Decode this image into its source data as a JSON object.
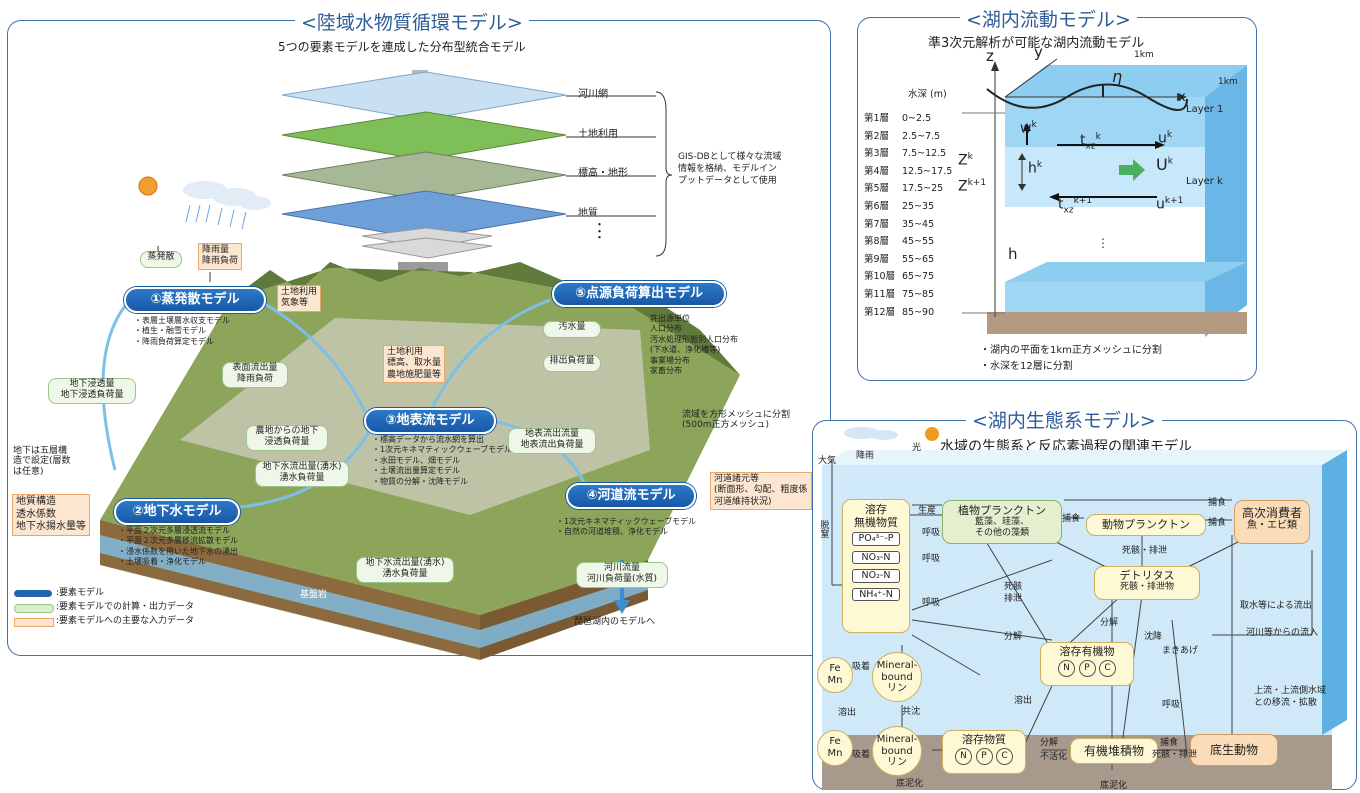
{
  "land": {
    "title": "<陸域水物質循環モデル>",
    "subtitle": "5つの要素モデルを連成した分布型統合モデル",
    "layers": [
      "河川網",
      "土地利用",
      "標高・地形",
      "地質"
    ],
    "gis_note": [
      "GIS-DBとして様々な流域",
      "情報を格納、モデルイン",
      "プットデータとして使用"
    ],
    "models": {
      "m1": "①蒸発散モデル",
      "m2": "②地下水モデル",
      "m3": "③地表流モデル",
      "m4": "④河道流モデル",
      "m5": "⑤点源負荷算出モデル"
    },
    "evap": "蒸発散",
    "rain_box": [
      "降雨量",
      "降雨負荷"
    ],
    "landuse_box": [
      "土地利用",
      "気象等"
    ],
    "m1_list": [
      "・表層土壌層水収支モデル",
      "・植生・融雪モデル",
      "・降雨負荷算定モデル"
    ],
    "surface_box1": [
      "表面流出量",
      "降雨負荷"
    ],
    "landuse_box2": [
      "土地利用",
      "標高、取水量",
      "農地施肥量等"
    ],
    "gw_box1": [
      "地下浸透量",
      "地下浸透負荷量"
    ],
    "gw_box2": [
      "農地からの地下",
      "浸透負荷量"
    ],
    "gw_box3": [
      "地下水流出量(湧水)",
      "湧水負荷量"
    ],
    "m3_list": [
      "・標高データから流水網を算出",
      "・1次元キネマティックウェーブモデル",
      "・水田モデル、畑モデル",
      "・土壌流出量算定モデル",
      "・物質の分解・沈降モデル"
    ],
    "m5_items": [
      "汚水量",
      "排出負荷量"
    ],
    "m5_notes": [
      "許出源単位",
      "人口分布",
      "汚水処理形態別人口分布",
      "(下水道、浄化槽等)",
      "事業場分布",
      "家畜分布"
    ],
    "mesh_note": [
      "流域を方形メッシュに分割",
      "(500m正方メッシュ)"
    ],
    "surface_box3": [
      "地表流出流量",
      "地表流出負荷量"
    ],
    "geo_note": [
      "地下は五層構",
      "造で設定(層数",
      "は任意)"
    ],
    "geo_box": [
      "地質構造",
      "透水係数",
      "地下水揚水量等"
    ],
    "m2_list": [
      "・平面２次元多層浸透流モデル",
      "・平面２次元多層移流拡散モデル",
      "・浸水係数を用いた地下水の湧出",
      "・土壌吸着・浄化モデル"
    ],
    "river_params": [
      "河道諸元等",
      "(断面形、勾配、粗度係",
      "河道維持状況)"
    ],
    "m4_list": [
      "・1次元キネマティックウェーブモデル",
      "・自然の河道堆積、浄化モデル"
    ],
    "gw_box4": [
      "地下水流出量(湧水)",
      "湧水負荷量"
    ],
    "river_box": [
      "河川流量",
      "河川負荷量(水質)"
    ],
    "to_lake": "琵琶湖内のモデルへ",
    "bedrock": "基盤岩",
    "legend": [
      ":要素モデル",
      ":要素モデルでの計算・出力データ",
      ":要素モデルへの主要な入力データ"
    ]
  },
  "flow": {
    "title": "<湖内流動モデル>",
    "subtitle": "準3次元解析が可能な湖内流動モデル",
    "depth_header": "水深 (m)",
    "layers": [
      {
        "name": "第1層",
        "range": "0~2.5"
      },
      {
        "name": "第2層",
        "range": "2.5~7.5"
      },
      {
        "name": "第3層",
        "range": "7.5~12.5"
      },
      {
        "name": "第4層",
        "range": "12.5~17.5"
      },
      {
        "name": "第5層",
        "range": "17.5~25"
      },
      {
        "name": "第6層",
        "range": "25~35"
      },
      {
        "name": "第7層",
        "range": "35~45"
      },
      {
        "name": "第8層",
        "range": "45~55"
      },
      {
        "name": "第9層",
        "range": "55~65"
      },
      {
        "name": "第10層",
        "range": "65~75"
      },
      {
        "name": "第11層",
        "range": "75~85"
      },
      {
        "name": "第12層",
        "range": "85~90"
      }
    ],
    "labels": {
      "z": "z",
      "y": "y",
      "x": "x",
      "eta": "η",
      "km1": "1km",
      "km2": "1km",
      "layer1": "Layer 1",
      "layerk": "Layer k",
      "h": "h"
    },
    "notes": [
      "・湖内の平面を1km正方メッシュに分割",
      "・水深を12層に分割"
    ]
  },
  "eco": {
    "title": "<湖内生態系モデル>",
    "subtitle": "水域の生態系と反応素過程の関連モデル",
    "rain": "降雨",
    "light": "光",
    "atmosphere": "大気",
    "inorganic": {
      "title": [
        "溶存",
        "無機物質"
      ],
      "items": [
        "PO₄³⁻-P",
        "NO₃-N",
        "NO₂-N",
        "NH₄⁺-N"
      ]
    },
    "phyto": {
      "title": "植物プランクトン",
      "sub": [
        "藍藻、珪藻、",
        "その他の藻類"
      ]
    },
    "zoo": "動物プランクトン",
    "top": {
      "title": "高次消費者",
      "sub": "魚・エビ類"
    },
    "detritus": {
      "title": "デトリタス",
      "sub": "死骸・排泄物"
    },
    "dom": {
      "title": "溶存有機物",
      "npc": [
        "N",
        "P",
        "C"
      ]
    },
    "dissolved": {
      "title": "溶存物質",
      "npc": [
        "N",
        "P",
        "C"
      ]
    },
    "sediment": "有機堆積物",
    "benthos": "底生動物",
    "femn": [
      "Fe",
      "Mn"
    ],
    "mineral": [
      "Mineral-",
      "bound",
      "リン"
    ],
    "edge": {
      "production": "生産",
      "respiration": "呼吸",
      "grazing": "捕食",
      "death_excretion": "死骸・排泄",
      "death2": [
        "死骸",
        "排泄"
      ],
      "decomp": "分解",
      "sedimentation": "沈降",
      "resuspension": "まきあげ",
      "elution": "溶出",
      "adsorption": "吸着",
      "coprecip": "共沈",
      "inert": "不活化",
      "sludge": "底泥化",
      "denitrify": "脱窒",
      "outflow": "取水等による流出",
      "inflow": "河川等からの流入",
      "exchange": [
        "上流・上流側水域",
        "との移流・拡散"
      ],
      "predation2": "捕食",
      "excrete3": [
        "死骸・排泄"
      ]
    }
  }
}
